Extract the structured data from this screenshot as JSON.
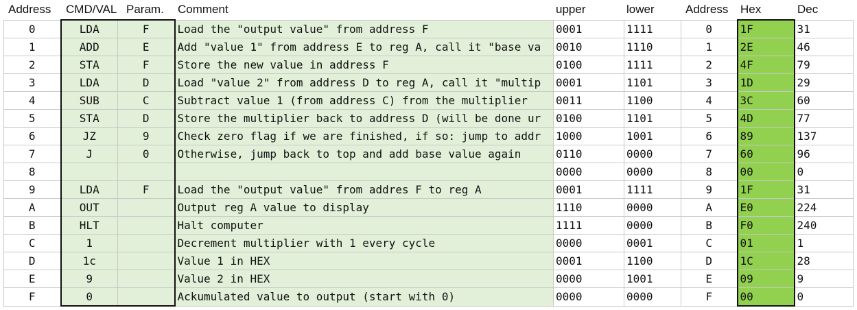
{
  "headers": {
    "address": "Address",
    "cmd": "CMD/VAL",
    "param": "Param.",
    "comment": "Comment",
    "upper": "upper",
    "lower": "lower",
    "address2": "Address",
    "hex": "Hex",
    "dec": "Dec"
  },
  "rows": [
    {
      "addr": "0",
      "cmd": "LDA",
      "param": "F",
      "comment": "Load the \"output value\" from address F",
      "upper": "0001",
      "lower": "1111",
      "addr2": "0",
      "hex": "1F",
      "dec": "31"
    },
    {
      "addr": "1",
      "cmd": "ADD",
      "param": "E",
      "comment": "Add \"value 1\" from address E to reg A, call it \"base va",
      "upper": "0010",
      "lower": "1110",
      "addr2": "1",
      "hex": "2E",
      "dec": "46"
    },
    {
      "addr": "2",
      "cmd": "STA",
      "param": "F",
      "comment": "Store the new value in address F",
      "upper": "0100",
      "lower": "1111",
      "addr2": "2",
      "hex": "4F",
      "dec": "79"
    },
    {
      "addr": "3",
      "cmd": "LDA",
      "param": "D",
      "comment": "Load \"value 2\" from address D to reg A, call it \"multip",
      "upper": "0001",
      "lower": "1101",
      "addr2": "3",
      "hex": "1D",
      "dec": "29"
    },
    {
      "addr": "4",
      "cmd": "SUB",
      "param": "C",
      "comment": "Subtract value 1 (from address C) from the multiplier",
      "upper": "0011",
      "lower": "1100",
      "addr2": "4",
      "hex": "3C",
      "dec": "60"
    },
    {
      "addr": "5",
      "cmd": "STA",
      "param": "D",
      "comment": "Store the multiplier back to address D (will be done ur",
      "upper": "0100",
      "lower": "1101",
      "addr2": "5",
      "hex": "4D",
      "dec": "77"
    },
    {
      "addr": "6",
      "cmd": "JZ",
      "param": "9",
      "comment": "Check zero flag if we are finished, if so: jump to addr",
      "upper": "1000",
      "lower": "1001",
      "addr2": "6",
      "hex": "89",
      "dec": "137"
    },
    {
      "addr": "7",
      "cmd": "J",
      "param": "0",
      "comment": "Otherwise, jump back to top and add base value again",
      "upper": "0110",
      "lower": "0000",
      "addr2": "7",
      "hex": "60",
      "dec": "96"
    },
    {
      "addr": "8",
      "cmd": "",
      "param": "",
      "comment": "",
      "upper": "0000",
      "lower": "0000",
      "addr2": "8",
      "hex": "00",
      "dec": "0"
    },
    {
      "addr": "9",
      "cmd": "LDA",
      "param": "F",
      "comment": "Load the \"output value\" from addres F to reg A",
      "upper": "0001",
      "lower": "1111",
      "addr2": "9",
      "hex": "1F",
      "dec": "31"
    },
    {
      "addr": "A",
      "cmd": "OUT",
      "param": "",
      "comment": "Output reg A value to display",
      "upper": "1110",
      "lower": "0000",
      "addr2": "A",
      "hex": "E0",
      "dec": "224"
    },
    {
      "addr": "B",
      "cmd": "HLT",
      "param": "",
      "comment": "Halt computer",
      "upper": "1111",
      "lower": "0000",
      "addr2": "B",
      "hex": "F0",
      "dec": "240"
    },
    {
      "addr": "C",
      "cmd": "1",
      "param": "",
      "comment": "Decrement multiplier with 1 every cycle",
      "upper": "0000",
      "lower": "0001",
      "addr2": "C",
      "hex": "01",
      "dec": "1"
    },
    {
      "addr": "D",
      "cmd": "1c",
      "param": "",
      "comment": "Value 1 in HEX",
      "upper": "0001",
      "lower": "1100",
      "addr2": "D",
      "hex": "1C",
      "dec": "28"
    },
    {
      "addr": "E",
      "cmd": "9",
      "param": "",
      "comment": "Value 2 in HEX",
      "upper": "0000",
      "lower": "1001",
      "addr2": "E",
      "hex": "09",
      "dec": "9"
    },
    {
      "addr": "F",
      "cmd": "0",
      "param": "",
      "comment": "Ackumulated value to output (start with 0)",
      "upper": "0000",
      "lower": "0000",
      "addr2": "F",
      "hex": "00",
      "dec": "0"
    }
  ],
  "colors": {
    "comment_fill": "#e2f0d9",
    "hex_fill": "#92d050",
    "gridline": "#c8c8c8",
    "thick_border": "#111111"
  }
}
